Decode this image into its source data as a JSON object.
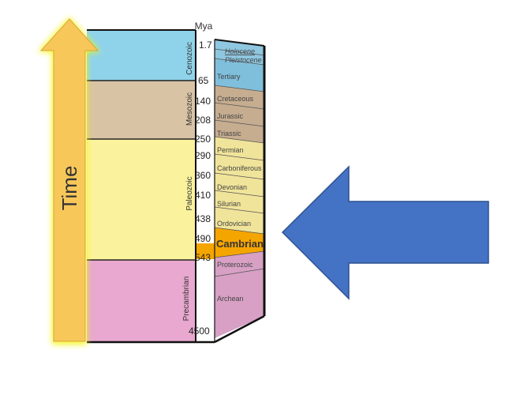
{
  "header": {
    "unit_label": "Mya"
  },
  "time_arrow": {
    "label": "Time"
  },
  "eras": [
    {
      "label": "Cenozoic",
      "color": "#8fd3ea"
    },
    {
      "label": "Mesozoic",
      "color": "#d9c3a5"
    },
    {
      "label": "Paleozoic",
      "color": "#fbf29e"
    },
    {
      "label": "Precambrian",
      "color": "#e8a8cf"
    }
  ],
  "ages": [
    "1.7",
    "65",
    "140",
    "208",
    "250",
    "290",
    "360",
    "410",
    "438",
    "490",
    "543",
    "4500"
  ],
  "periods": [
    {
      "label": "Holocene",
      "color": "#8fc6e0"
    },
    {
      "label": "Pleistocene",
      "color": "#8fc6e0"
    },
    {
      "label": "Tertiary",
      "color": "#7fbfdc"
    },
    {
      "label": "Cretaceous",
      "color": "#c6ad90"
    },
    {
      "label": "Jurassic",
      "color": "#c6ad90"
    },
    {
      "label": "Triassic",
      "color": "#c6ad90"
    },
    {
      "label": "Permian",
      "color": "#f0e49a"
    },
    {
      "label": "Carboniferous",
      "color": "#f0e49a"
    },
    {
      "label": "Devonian",
      "color": "#f0e49a"
    },
    {
      "label": "Silurian",
      "color": "#f0e49a"
    },
    {
      "label": "Ordovician",
      "color": "#f0e49a"
    },
    {
      "label": "Cambrian",
      "color": "#f5a500",
      "highlight": true
    },
    {
      "label": "Proterozoic",
      "color": "#d7a0c4"
    },
    {
      "label": "Archean",
      "color": "#d7a0c4"
    }
  ],
  "colors": {
    "time_arrow_fill": "#f7c75a",
    "time_arrow_glow": "#f5f500",
    "pointer_arrow": "#4472c4"
  }
}
